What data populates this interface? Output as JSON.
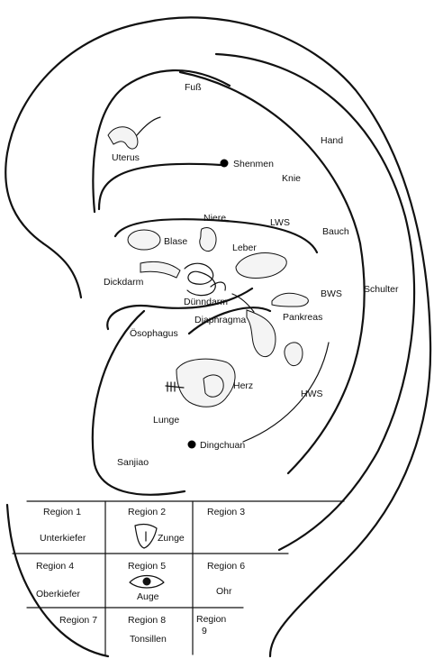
{
  "ear_labels": {
    "fuss": "Fuß",
    "hand": "Hand",
    "uterus": "Uterus",
    "shenmen": "Shenmen",
    "knie": "Knie",
    "niere": "Niere",
    "lws": "LWS",
    "blase": "Blase",
    "bauch": "Bauch",
    "leber": "Leber",
    "dickdarm": "Dickdarm",
    "bws": "BWS",
    "schulter": "Schulter",
    "duenndarm": "Dünndarm",
    "pankreas": "Pankreas",
    "diaphragma": "Diaphragma",
    "oesophagus": "Ösophagus",
    "herz": "Herz",
    "hws": "HWS",
    "lunge": "Lunge",
    "dingchuan": "Dingchuan",
    "sanjiao": "Sanjiao"
  },
  "regions": [
    {
      "title": "Region 1",
      "label": "Unterkiefer"
    },
    {
      "title": "Region 2",
      "label": "Zunge"
    },
    {
      "title": "Region 3",
      "label": ""
    },
    {
      "title": "Region 4",
      "label": "Oberkiefer"
    },
    {
      "title": "Region 5",
      "label": "Auge"
    },
    {
      "title": "Region 6",
      "label": "Ohr"
    },
    {
      "title": "Region 7",
      "label": ""
    },
    {
      "title": "Region 8",
      "label": "Tonsillen"
    },
    {
      "title": "Region 9",
      "label": ""
    }
  ]
}
